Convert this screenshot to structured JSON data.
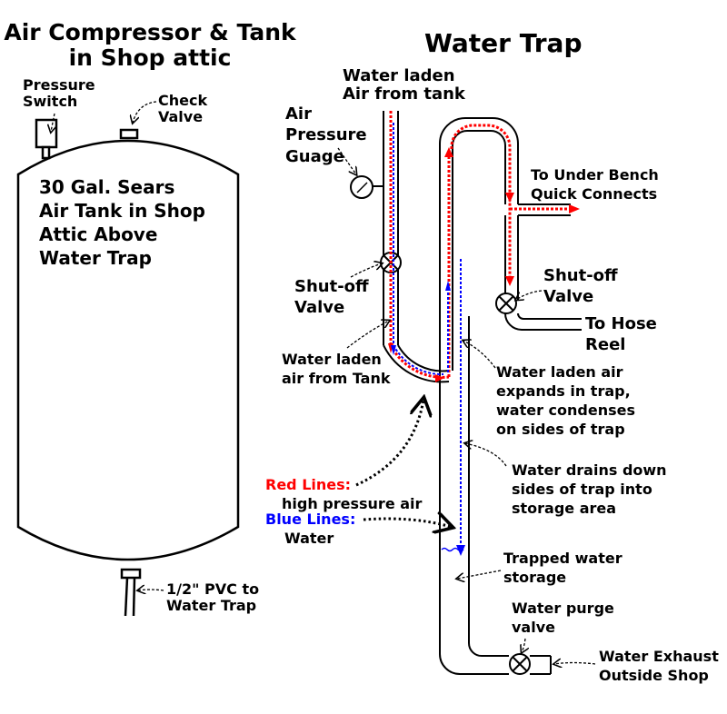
{
  "left_title": [
    "Air Compressor & Tank",
    "in Shop attic"
  ],
  "right_title": "Water Trap",
  "pressure_switch": [
    "Pressure",
    "Switch"
  ],
  "check_valve": [
    "Check",
    "Valve"
  ],
  "tank_text": [
    "30 Gal. Sears",
    "Air Tank in Shop",
    "Attic Above",
    "Water Trap"
  ],
  "pvc": [
    "1/2\" PVC to",
    "Water Trap"
  ],
  "water_laden_top": [
    "Water laden",
    "Air from tank"
  ],
  "air_pressure_gauge": [
    "Air",
    "Pressure",
    "Guage"
  ],
  "shutoff_left": [
    "Shut-off",
    "Valve"
  ],
  "water_laden_bottom": [
    "Water laden",
    "air from Tank"
  ],
  "to_under_bench": [
    "To Under Bench",
    "Quick Connects"
  ],
  "shutoff_right": [
    "Shut-off",
    "Valve"
  ],
  "to_hose_reel": [
    "To Hose",
    "Reel"
  ],
  "expands": [
    "Water laden air",
    "expands in trap,",
    "water condenses",
    "on sides of trap"
  ],
  "drains": [
    "Water drains down",
    "sides of trap into",
    "storage area"
  ],
  "legend_red": [
    "Red Lines:",
    "high pressure air"
  ],
  "legend_blue": [
    "Blue Lines:",
    "Water"
  ],
  "trapped": [
    "Trapped water",
    "storage"
  ],
  "purge": [
    "Water purge",
    "valve"
  ],
  "exhaust": [
    "Water Exhaust",
    "Outside Shop"
  ],
  "colors": {
    "air": "#ff0000",
    "water": "#0000ff",
    "line": "#000000"
  }
}
